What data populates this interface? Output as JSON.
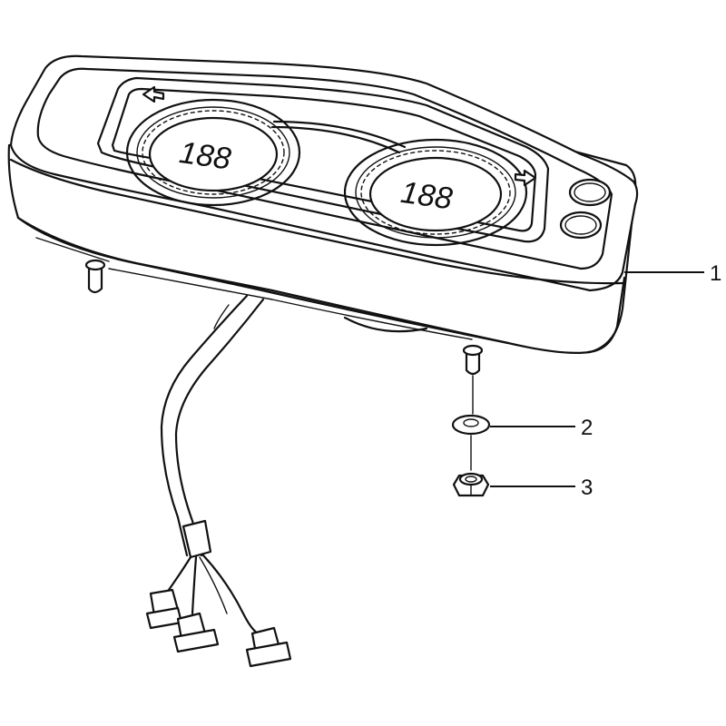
{
  "callouts": [
    {
      "label": "1"
    },
    {
      "label": "2"
    },
    {
      "label": "3"
    }
  ],
  "display": {
    "left_readout": "188",
    "right_readout": "188"
  }
}
